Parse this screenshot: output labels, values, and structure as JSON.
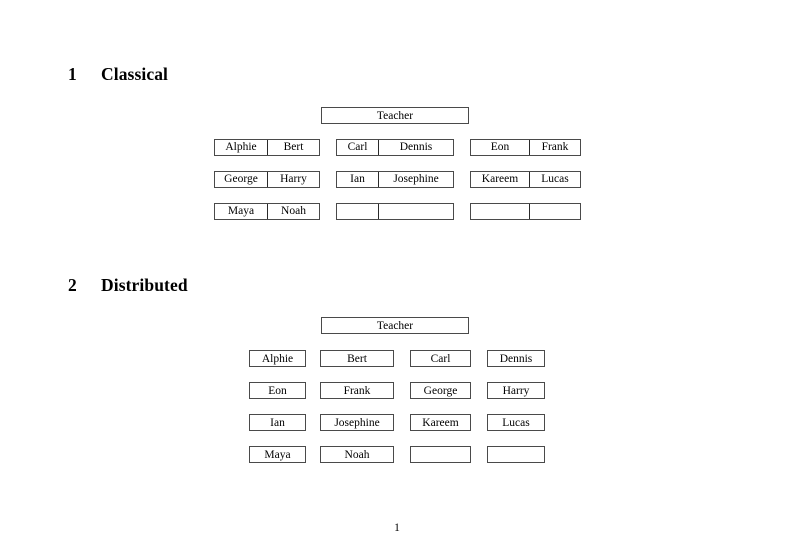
{
  "document": {
    "page_number": "1"
  },
  "sections": [
    {
      "number": "1",
      "title": "Classical",
      "teacher_label": "Teacher",
      "layout": "joined-pairs",
      "groups": [
        {
          "name": "group-left",
          "rows": [
            {
              "left": "Alphie",
              "right": "Bert"
            },
            {
              "left": "George",
              "right": "Harry"
            },
            {
              "left": "Maya",
              "right": "Noah"
            }
          ]
        },
        {
          "name": "group-middle",
          "rows": [
            {
              "left": "Carl",
              "right": "Dennis"
            },
            {
              "left": "Ian",
              "right": "Josephine"
            },
            {
              "left": "",
              "right": ""
            }
          ]
        },
        {
          "name": "group-right",
          "rows": [
            {
              "left": "Eon",
              "right": "Frank"
            },
            {
              "left": "Kareem",
              "right": "Lucas"
            },
            {
              "left": "",
              "right": ""
            }
          ]
        }
      ]
    },
    {
      "number": "2",
      "title": "Distributed",
      "teacher_label": "Teacher",
      "layout": "separate-boxes",
      "rows": [
        [
          "Alphie",
          "Bert",
          "Carl",
          "Dennis"
        ],
        [
          "Eon",
          "Frank",
          "George",
          "Harry"
        ],
        [
          "Ian",
          "Josephine",
          "Kareem",
          "Lucas"
        ],
        [
          "Maya",
          "Noah",
          "",
          ""
        ]
      ]
    }
  ]
}
